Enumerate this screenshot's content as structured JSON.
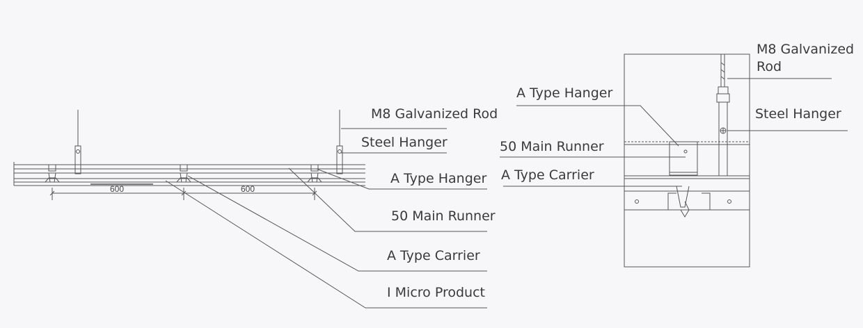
{
  "left_view": {
    "labels": {
      "m8_rod": "M8 Galvanized Rod",
      "steel_hanger": "Steel Hanger",
      "a_type_hanger": "A Type Hanger",
      "main_runner": "50 Main Runner",
      "a_type_carrier": "A Type Carrier",
      "micro_product": "I Micro Product"
    },
    "dimensions": [
      "600",
      "600"
    ]
  },
  "right_view": {
    "labels": {
      "m8_rod_line1": "M8 Galvanized",
      "m8_rod_line2": "Rod",
      "a_type_hanger": "A Type Hanger",
      "steel_hanger": "Steel Hanger",
      "main_runner": "50 Main Runner",
      "a_type_carrier": "A Type Carrier"
    }
  },
  "colors": {
    "background": "#f7f7fa",
    "line": "#555555",
    "text": "#3a3a3a"
  }
}
